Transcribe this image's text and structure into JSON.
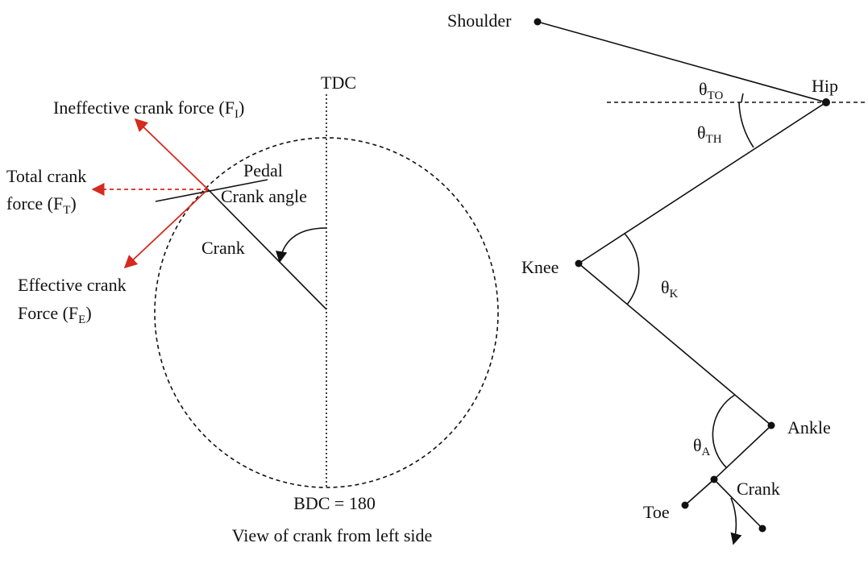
{
  "crank_view": {
    "tdc": "TDC",
    "bdc": "BDC = 180",
    "caption": "View of crank from left side",
    "pedal": "Pedal",
    "crank": "Crank",
    "crank_angle": "Crank angle",
    "ineffective": {
      "text": "Ineffective crank force (F",
      "sub": "I",
      "close": ")"
    },
    "total_line1": "Total crank",
    "total_line2": {
      "text": "force (F",
      "sub": "T",
      "close": ")"
    },
    "effective_line1": "Effective crank",
    "effective_line2": {
      "text": "Force (F",
      "sub": "E",
      "close": ")"
    },
    "colors": {
      "force_arrow": "#d42a1f",
      "line": "#111111"
    }
  },
  "body_model": {
    "shoulder": "Shoulder",
    "hip": "Hip",
    "knee": "Knee",
    "ankle": "Ankle",
    "toe": "Toe",
    "crank": "Crank",
    "theta_to": {
      "symbol": "θ",
      "sub": "TO"
    },
    "theta_th": {
      "symbol": "θ",
      "sub": "TH"
    },
    "theta_k": {
      "symbol": "θ",
      "sub": "K"
    },
    "theta_a": {
      "symbol": "θ",
      "sub": "A"
    }
  }
}
